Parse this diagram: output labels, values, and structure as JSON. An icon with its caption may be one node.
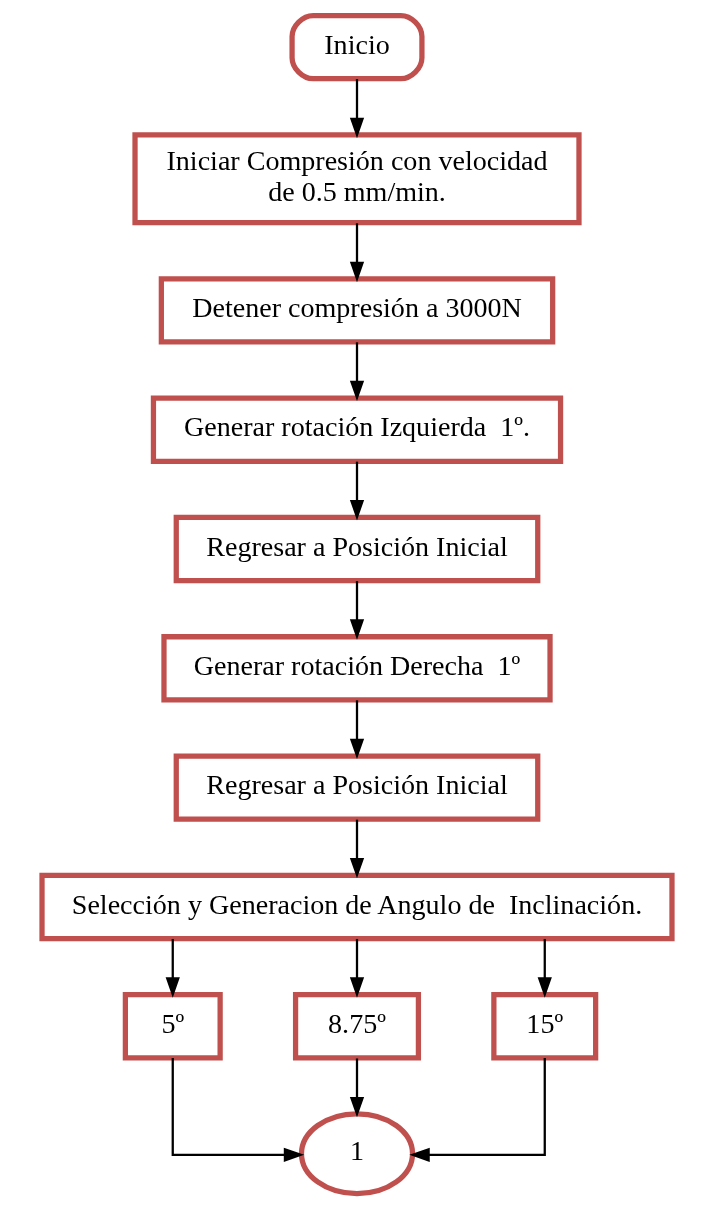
{
  "diagram": {
    "nodes": [
      {
        "text": [
          "Inicio"
        ]
      },
      {
        "text": [
          "Iniciar Compresión con velocidad de 0.5 mm/min."
        ]
      },
      {
        "text": [
          "Detener compresión a 3000N"
        ]
      },
      {
        "text": [
          "Generar rotación Izquierda  1º."
        ]
      },
      {
        "text": [
          "Regresar a Posición Inicial"
        ]
      },
      {
        "text": [
          "Generar rotación Derecha  1º"
        ]
      },
      {
        "text": [
          "Regresar a Posición Inicial"
        ]
      },
      {
        "text": [
          "Selección y Generacion de Angulo de  Inclinación."
        ]
      },
      {
        "text": [
          "5º"
        ]
      },
      {
        "text": [
          "8.75º"
        ]
      },
      {
        "text": [
          "15º"
        ]
      },
      {
        "text": [
          "1"
        ]
      }
    ],
    "edges": [
      {
        "from": 0,
        "to": 1,
        "arrow": "to"
      },
      {
        "from": 1,
        "to": 2,
        "arrow": "to"
      },
      {
        "from": 2,
        "to": 3,
        "arrow": "to"
      },
      {
        "from": 3,
        "to": 4,
        "arrow": "to"
      },
      {
        "from": 4,
        "to": 5,
        "arrow": "to"
      },
      {
        "from": 5,
        "to": 6,
        "arrow": "to"
      },
      {
        "from": 6,
        "to": 7,
        "arrow": "to"
      },
      {
        "from": 7,
        "to": 8,
        "arrow": "to"
      },
      {
        "from": 7,
        "to": 9,
        "arrow": "to"
      },
      {
        "from": 7,
        "to": 10,
        "arrow": "to"
      },
      {
        "from": 8,
        "to": 11,
        "arrow": "to"
      },
      {
        "from": 9,
        "to": 11,
        "arrow": "to"
      },
      {
        "from": 10,
        "to": 11,
        "arrow": "to"
      }
    ]
  }
}
